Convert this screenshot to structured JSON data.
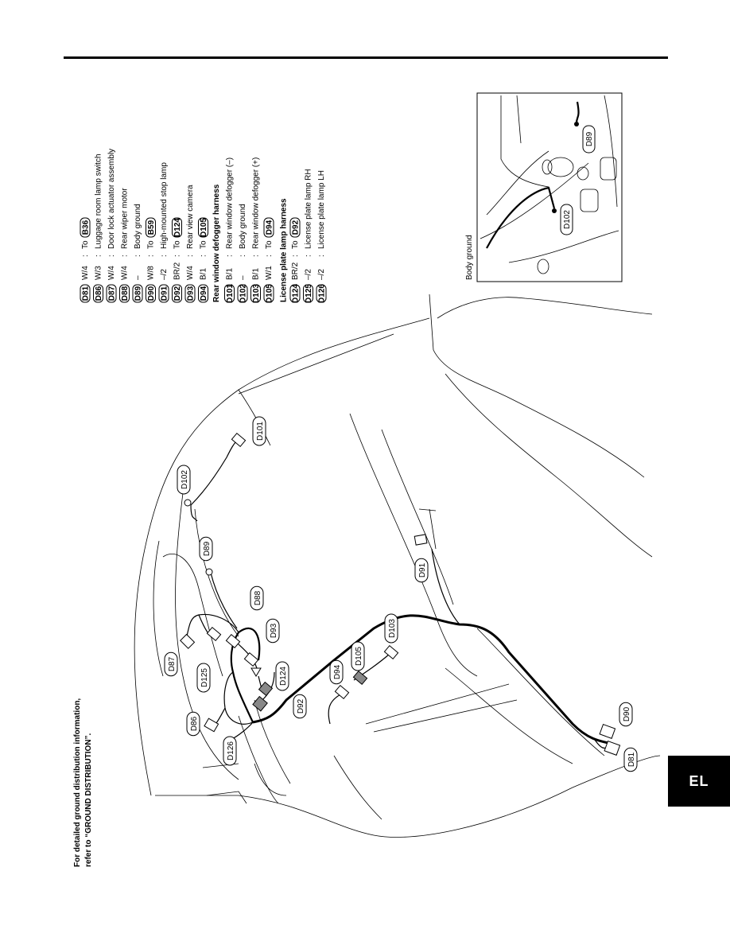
{
  "note": {
    "line1": "For detailed ground distribution information,",
    "line2": "refer to “GROUND DISTRIBUTION”."
  },
  "tab_label": "EL",
  "legend": {
    "main_rows": [
      {
        "code": "D81",
        "color": "W/4",
        "desc": "To",
        "ref": "B36"
      },
      {
        "code": "D86",
        "color": "W/3",
        "desc": "Luggage room lamp switch",
        "ref": ""
      },
      {
        "code": "D87",
        "color": "W/4",
        "desc": "Door lock actuator assembly",
        "ref": ""
      },
      {
        "code": "D88",
        "color": "W/4",
        "desc": "Rear wiper motor",
        "ref": ""
      },
      {
        "code": "D89",
        "color": "–",
        "desc": "Body ground",
        "ref": ""
      },
      {
        "code": "D90",
        "color": "W/8",
        "desc": "To",
        "ref": "B59"
      },
      {
        "code": "D91",
        "color": "–/2",
        "desc": "High-mounted stop lamp",
        "ref": ""
      },
      {
        "code": "D92",
        "color": "BR/2",
        "desc": "To",
        "ref": "D124"
      },
      {
        "code": "D93",
        "color": "W/4",
        "desc": "Rear view camera",
        "ref": ""
      },
      {
        "code": "D94",
        "color": "B/1",
        "desc": "To",
        "ref": "D105"
      }
    ],
    "defogger_title": "Rear window defogger harness",
    "defogger_rows": [
      {
        "code": "D101",
        "color": "B/1",
        "desc": "Rear window defogger (–)",
        "ref": ""
      },
      {
        "code": "D102",
        "color": "–",
        "desc": "Body ground",
        "ref": ""
      },
      {
        "code": "D103",
        "color": "B/1",
        "desc": "Rear window defogger (+)",
        "ref": ""
      },
      {
        "code": "D105",
        "color": "W/1",
        "desc": "To",
        "ref": "D94"
      }
    ],
    "license_title": "License plate lamp harness",
    "license_rows": [
      {
        "code": "D124",
        "color": "BR/2",
        "desc": "To",
        "ref": "D92"
      },
      {
        "code": "D125",
        "color": "–/2",
        "desc": "License plate lamp RH",
        "ref": ""
      },
      {
        "code": "D126",
        "color": "–/2",
        "desc": "License plate lamp LH",
        "ref": ""
      }
    ],
    "separator": ":"
  },
  "inset": {
    "caption": "Body ground",
    "labels": [
      "D89",
      "D102"
    ]
  },
  "callouts": {
    "d81": "D81",
    "d86": "D86",
    "d87": "D87",
    "d88": "D88",
    "d89": "D89",
    "d90": "D90",
    "d91": "D91",
    "d92": "D92",
    "d93": "D93",
    "d94": "D94",
    "d101": "D101",
    "d102": "D102",
    "d103": "D103",
    "d105": "D105",
    "d124": "D124",
    "d125": "D125",
    "d126": "D126"
  }
}
